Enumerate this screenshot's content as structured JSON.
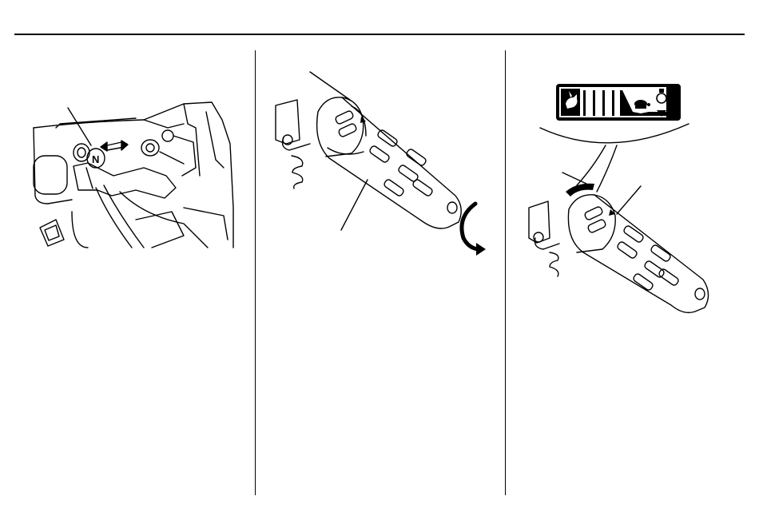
{
  "document": {
    "panels": [
      {
        "id": "fuel-valve-figure",
        "icons": [
          "fuel-valve-knob",
          "double-arrow-icon",
          "n-mark-icon"
        ]
      },
      {
        "id": "throttle-grip-figure",
        "icons": [
          "throttle-grip",
          "rotation-arrow-icon"
        ]
      },
      {
        "id": "throttle-indicator-figure",
        "icons": [
          "rabbit-fast-icon",
          "turtle-slow-icon",
          "choke-icon",
          "down-triangle-icon"
        ]
      }
    ],
    "indicator_label": "N",
    "stroke_color": "#000000",
    "background_color": "#ffffff"
  }
}
